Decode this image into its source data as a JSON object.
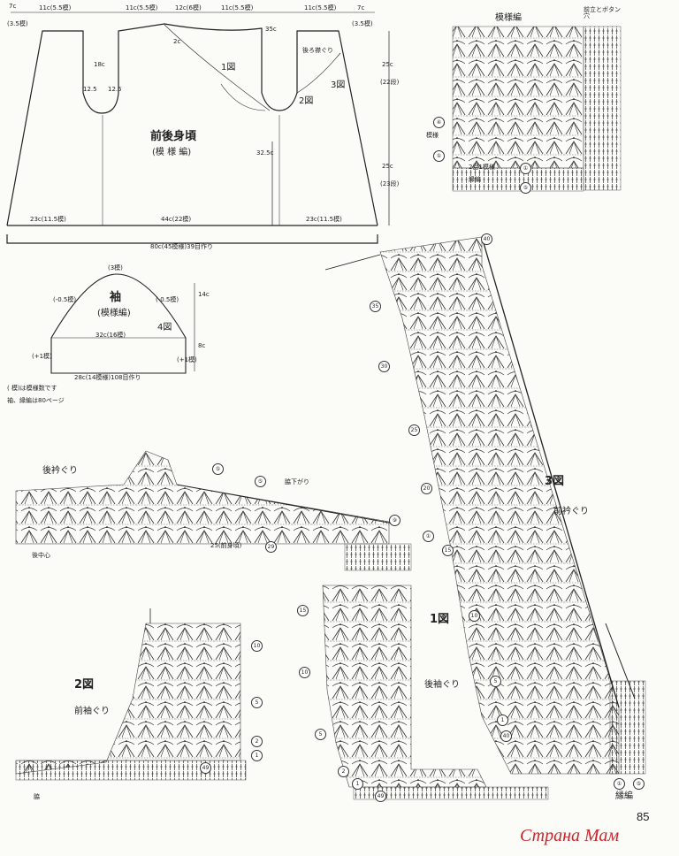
{
  "body_piece": {
    "title": "前後身頃",
    "subtitle": "(模 様 編)",
    "top_labels": [
      "7c",
      "(3.5模)",
      "11c(5.5模)",
      "11c(5.5模)",
      "12c(6模)",
      "11c(5.5模)",
      "11c(5.5模)",
      "7c",
      "(3.5模)"
    ],
    "side_labels": [
      "25c",
      "(22段)",
      "25c",
      "(23段)",
      "32.5c",
      "35c"
    ],
    "inner_labels": [
      "2c",
      "18c",
      "12.5",
      "12.5",
      "1図",
      "2図",
      "3図",
      "後ろ襟ぐり"
    ],
    "bottom_labels": [
      "23c(11.5模)",
      "44c(22模)",
      "23c(11.5模)"
    ],
    "total_label": "80c(45模様)39目作り"
  },
  "sleeve_piece": {
    "title": "袖",
    "subtitle": "(模様編)",
    "labels": [
      "(3模)",
      "(-0.5模)",
      "(-0.5模)",
      "14c",
      "32c(16模)",
      "4図",
      "8c",
      "(+1模)",
      "(+1模)",
      "28c(14模様)108目作り"
    ]
  },
  "notes": [
    "( 模)は模様数です",
    "袖、縁編は80ページ"
  ],
  "edge_sample": {
    "title": "模様編",
    "corner_title": "前立とボタン穴",
    "labels": [
      "④",
      "模様",
      "①",
      "縁編",
      "①",
      "⑤",
      "2目1模様"
    ]
  },
  "diagram_back": {
    "title": "後衿ぐり",
    "labels": [
      "⑤",
      "⑤",
      "脇下がり",
      "⑨",
      "①",
      "後中心",
      "25(前身頃)",
      "29"
    ]
  },
  "diagram_1": {
    "title": "1図",
    "caption": "後袖ぐり",
    "row_numbers": [
      "15",
      "10",
      "5",
      "2",
      "1",
      "49"
    ]
  },
  "diagram_2": {
    "title": "2図",
    "caption": "前袖ぐり",
    "row_numbers": [
      "10",
      "5",
      "2",
      "1",
      "49"
    ],
    "bottom_label": "脇"
  },
  "diagram_3": {
    "title": "3図",
    "caption": "前衿ぐり",
    "row_numbers": [
      "40",
      "35",
      "30",
      "25",
      "20",
      "15",
      "10",
      "5",
      "1",
      "40"
    ],
    "edge_labels": [
      "①",
      "⑤",
      "縁編"
    ]
  },
  "page_number": "85",
  "watermark": "Страна Мам"
}
